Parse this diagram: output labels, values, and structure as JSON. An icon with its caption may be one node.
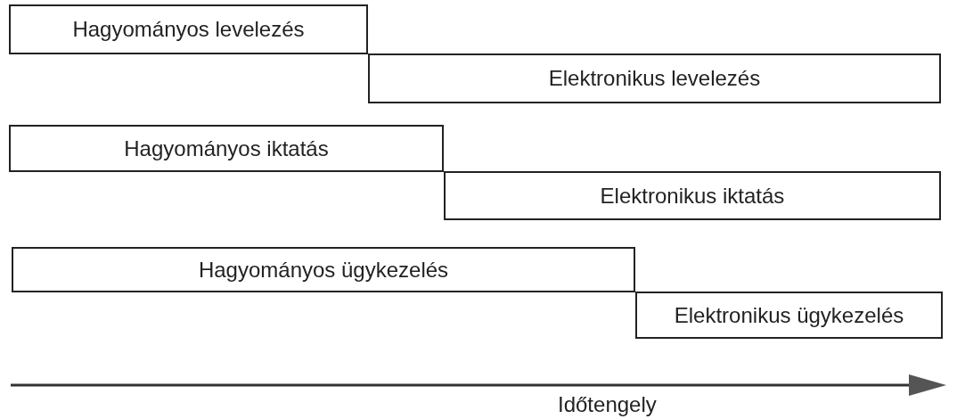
{
  "diagram": {
    "nodes": [
      {
        "text": [
          "Hagyományos levelezés"
        ]
      },
      {
        "text": [
          "Elektronikus levelezés"
        ]
      },
      {
        "text": [
          "Hagyományos iktatás"
        ]
      },
      {
        "text": [
          "Elektronikus iktatás"
        ]
      },
      {
        "text": [
          "Hagyományos ügykezelés"
        ]
      },
      {
        "text": [
          "Elektronikus ügykezelés"
        ]
      }
    ],
    "labels": [
      "Időtengely"
    ]
  }
}
